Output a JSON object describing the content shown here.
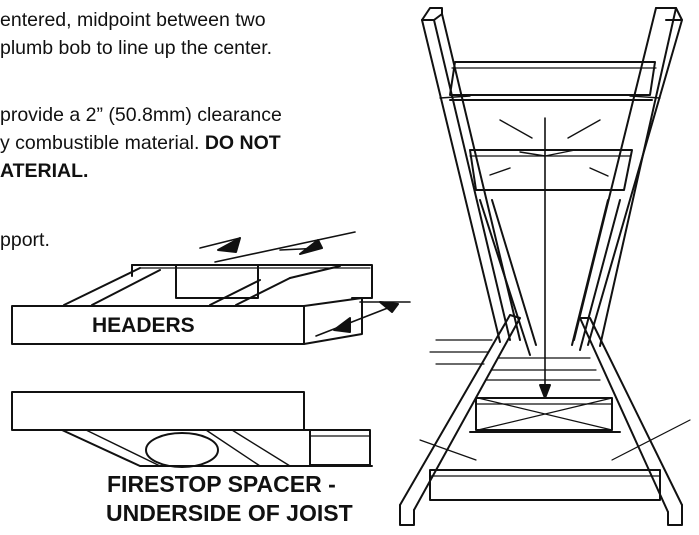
{
  "instructions": {
    "line1": "entered, midpoint between two",
    "line2": "plumb bob to line up the center.",
    "line3": "provide a 2” (50.8mm) clearance",
    "line4_regular": "y combustible material. ",
    "line4_bold": "DO NOT",
    "line5_bold": "ATERIAL.",
    "line6": "pport."
  },
  "labels": {
    "headers": "HEADERS",
    "firestop_line1": "FIRESTOP SPACER -",
    "firestop_line2": "UNDERSIDE OF JOIST"
  }
}
